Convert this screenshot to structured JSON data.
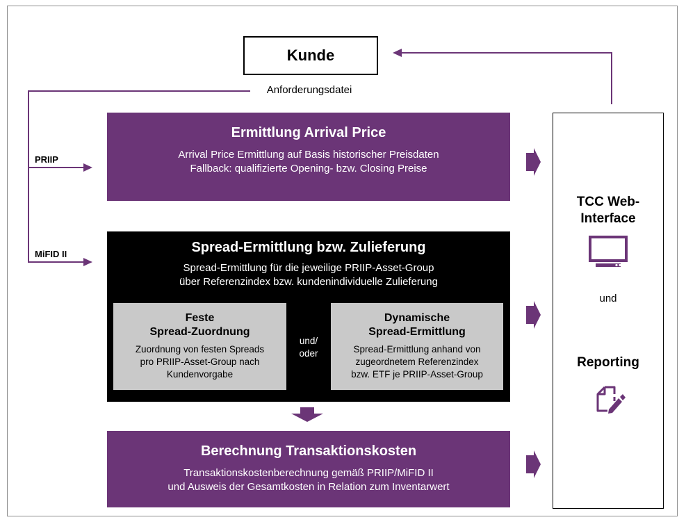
{
  "kunde": "Kunde",
  "request_file": "Anforderungsdatei",
  "side_labels": {
    "priip": "PRIIP",
    "mifid": "MiFID II"
  },
  "arrival": {
    "title": "Ermittlung Arrival Price",
    "line1": "Arrival Price Ermittlung auf Basis historischer Preisdaten",
    "line2": "Fallback: qualifizierte Opening- bzw. Closing Preise"
  },
  "spread": {
    "title": "Spread-Ermittlung bzw. Zulieferung",
    "line1": "Spread-Ermittlung für die jeweilige PRIIP-Asset-Group",
    "line2": "über Referenzindex bzw. kundenindividuelle Zulieferung",
    "connector_line1": "und/",
    "connector_line2": "oder",
    "fixed": {
      "title1": "Feste",
      "title2": "Spread-Zuordnung",
      "line1": "Zuordnung von festen Spreads",
      "line2": "pro PRIIP-Asset-Group nach",
      "line3": "Kundenvorgabe"
    },
    "dynamic": {
      "title1": "Dynamische",
      "title2": "Spread-Ermittlung",
      "line1": "Spread-Ermittlung anhand von",
      "line2": "zugeordnetem Referenzindex",
      "line3": "bzw. ETF je PRIIP-Asset-Group"
    }
  },
  "cost": {
    "title": "Berechnung Transaktionskosten",
    "line1": "Transaktionskostenberechnung gemäß PRIIP/MiFID II",
    "line2": "und Ausweis der Gesamtkosten in Relation zum Inventarwert"
  },
  "tcc": {
    "title1": "TCC Web-",
    "title2": "Interface",
    "and": "und",
    "reporting": "Reporting",
    "monitor_icon": "monitor-icon",
    "reporting_icon": "document-edit-icon"
  },
  "colors": {
    "purple": "#6b3577",
    "black": "#000000",
    "grey": "#c9c9c9",
    "line": "#6b3577"
  }
}
